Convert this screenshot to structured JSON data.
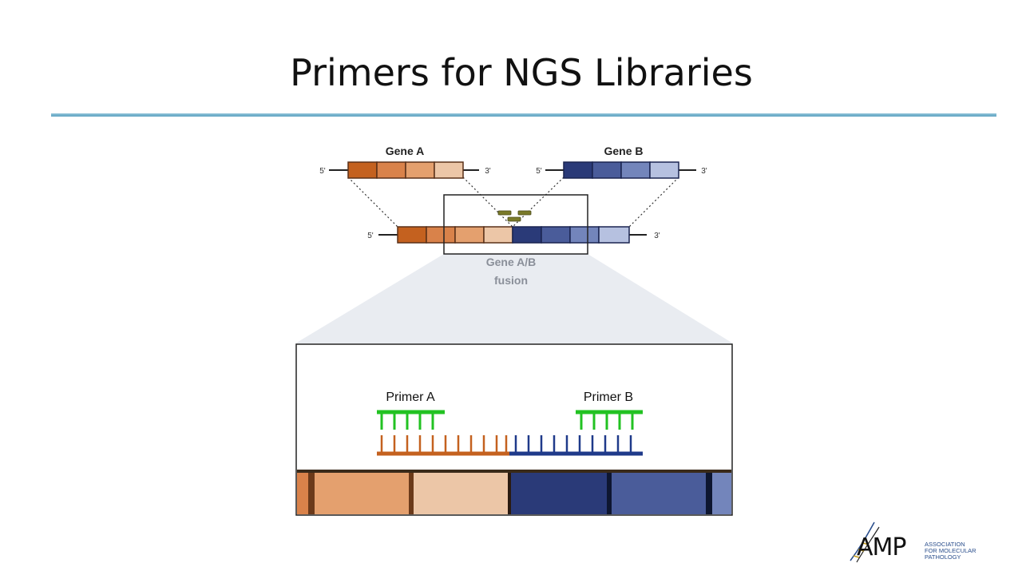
{
  "slide": {
    "title": "Primers for NGS Libraries"
  },
  "diagram": {
    "gene_a": {
      "label": "Gene A",
      "end5": "5'",
      "end3": "3'"
    },
    "gene_b": {
      "label": "Gene B",
      "end5": "5'",
      "end3": "3'"
    },
    "fusion": {
      "label_line1": "Gene A/B",
      "label_line2": "fusion",
      "end5": "5'",
      "end3": "3'"
    },
    "primer_a": {
      "label": "Primer A"
    },
    "primer_b": {
      "label": "Primer B"
    }
  },
  "colors": {
    "orange_1": "#c4611f",
    "orange_2": "#d9824a",
    "orange_3": "#e4a06e",
    "orange_4": "#ecc6a7",
    "blue_1": "#2a3a78",
    "blue_2": "#4a5c9a",
    "blue_3": "#7385bb",
    "blue_4": "#b6c1e0",
    "primer_green": "#22c222",
    "primer_marker": "#7a7a2a",
    "title_rule": "#6fb0cc"
  },
  "logo": {
    "mark": "AMP",
    "line1": "Association",
    "line2": "for Molecular",
    "line3": "Pathology"
  }
}
